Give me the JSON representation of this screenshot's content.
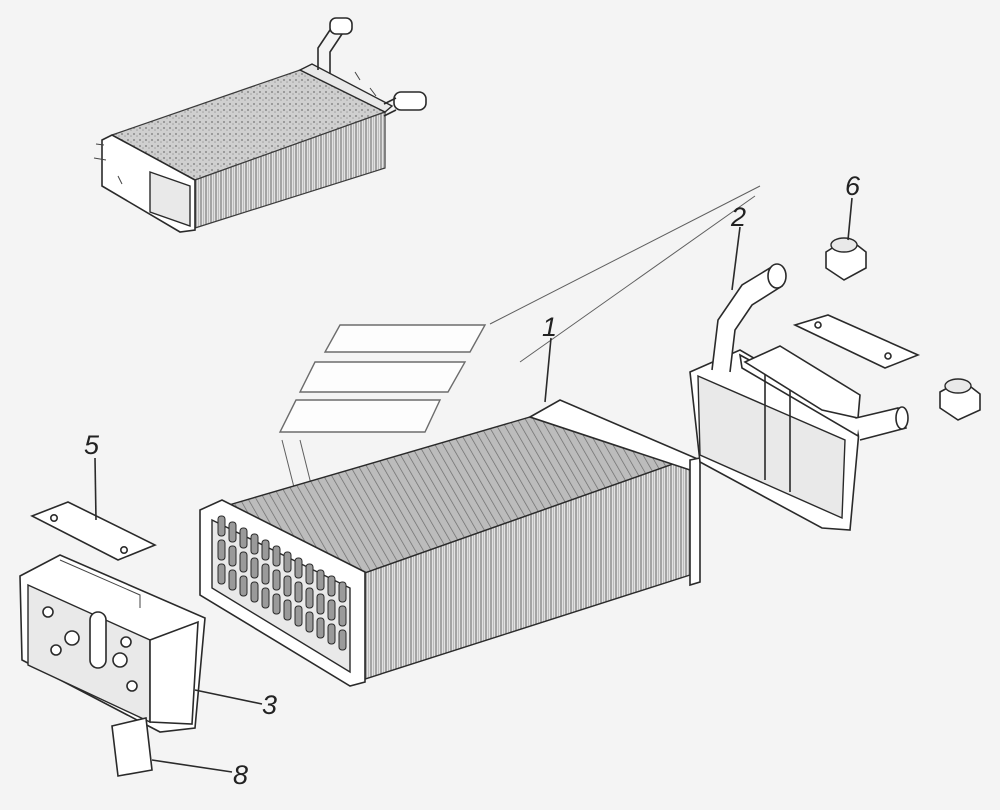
{
  "diagram": {
    "callouts": [
      {
        "id": "1",
        "label": "1"
      },
      {
        "id": "2",
        "label": "2"
      },
      {
        "id": "3",
        "label": "3"
      },
      {
        "id": "5",
        "label": "5"
      },
      {
        "id": "6",
        "label": "6"
      },
      {
        "id": "8",
        "label": "8"
      }
    ],
    "colors": {
      "background": "#f4f4f4",
      "line": "#2a2a2a",
      "fin_dark": "#9a9a9a",
      "fin_light": "#d8d8d8"
    }
  }
}
